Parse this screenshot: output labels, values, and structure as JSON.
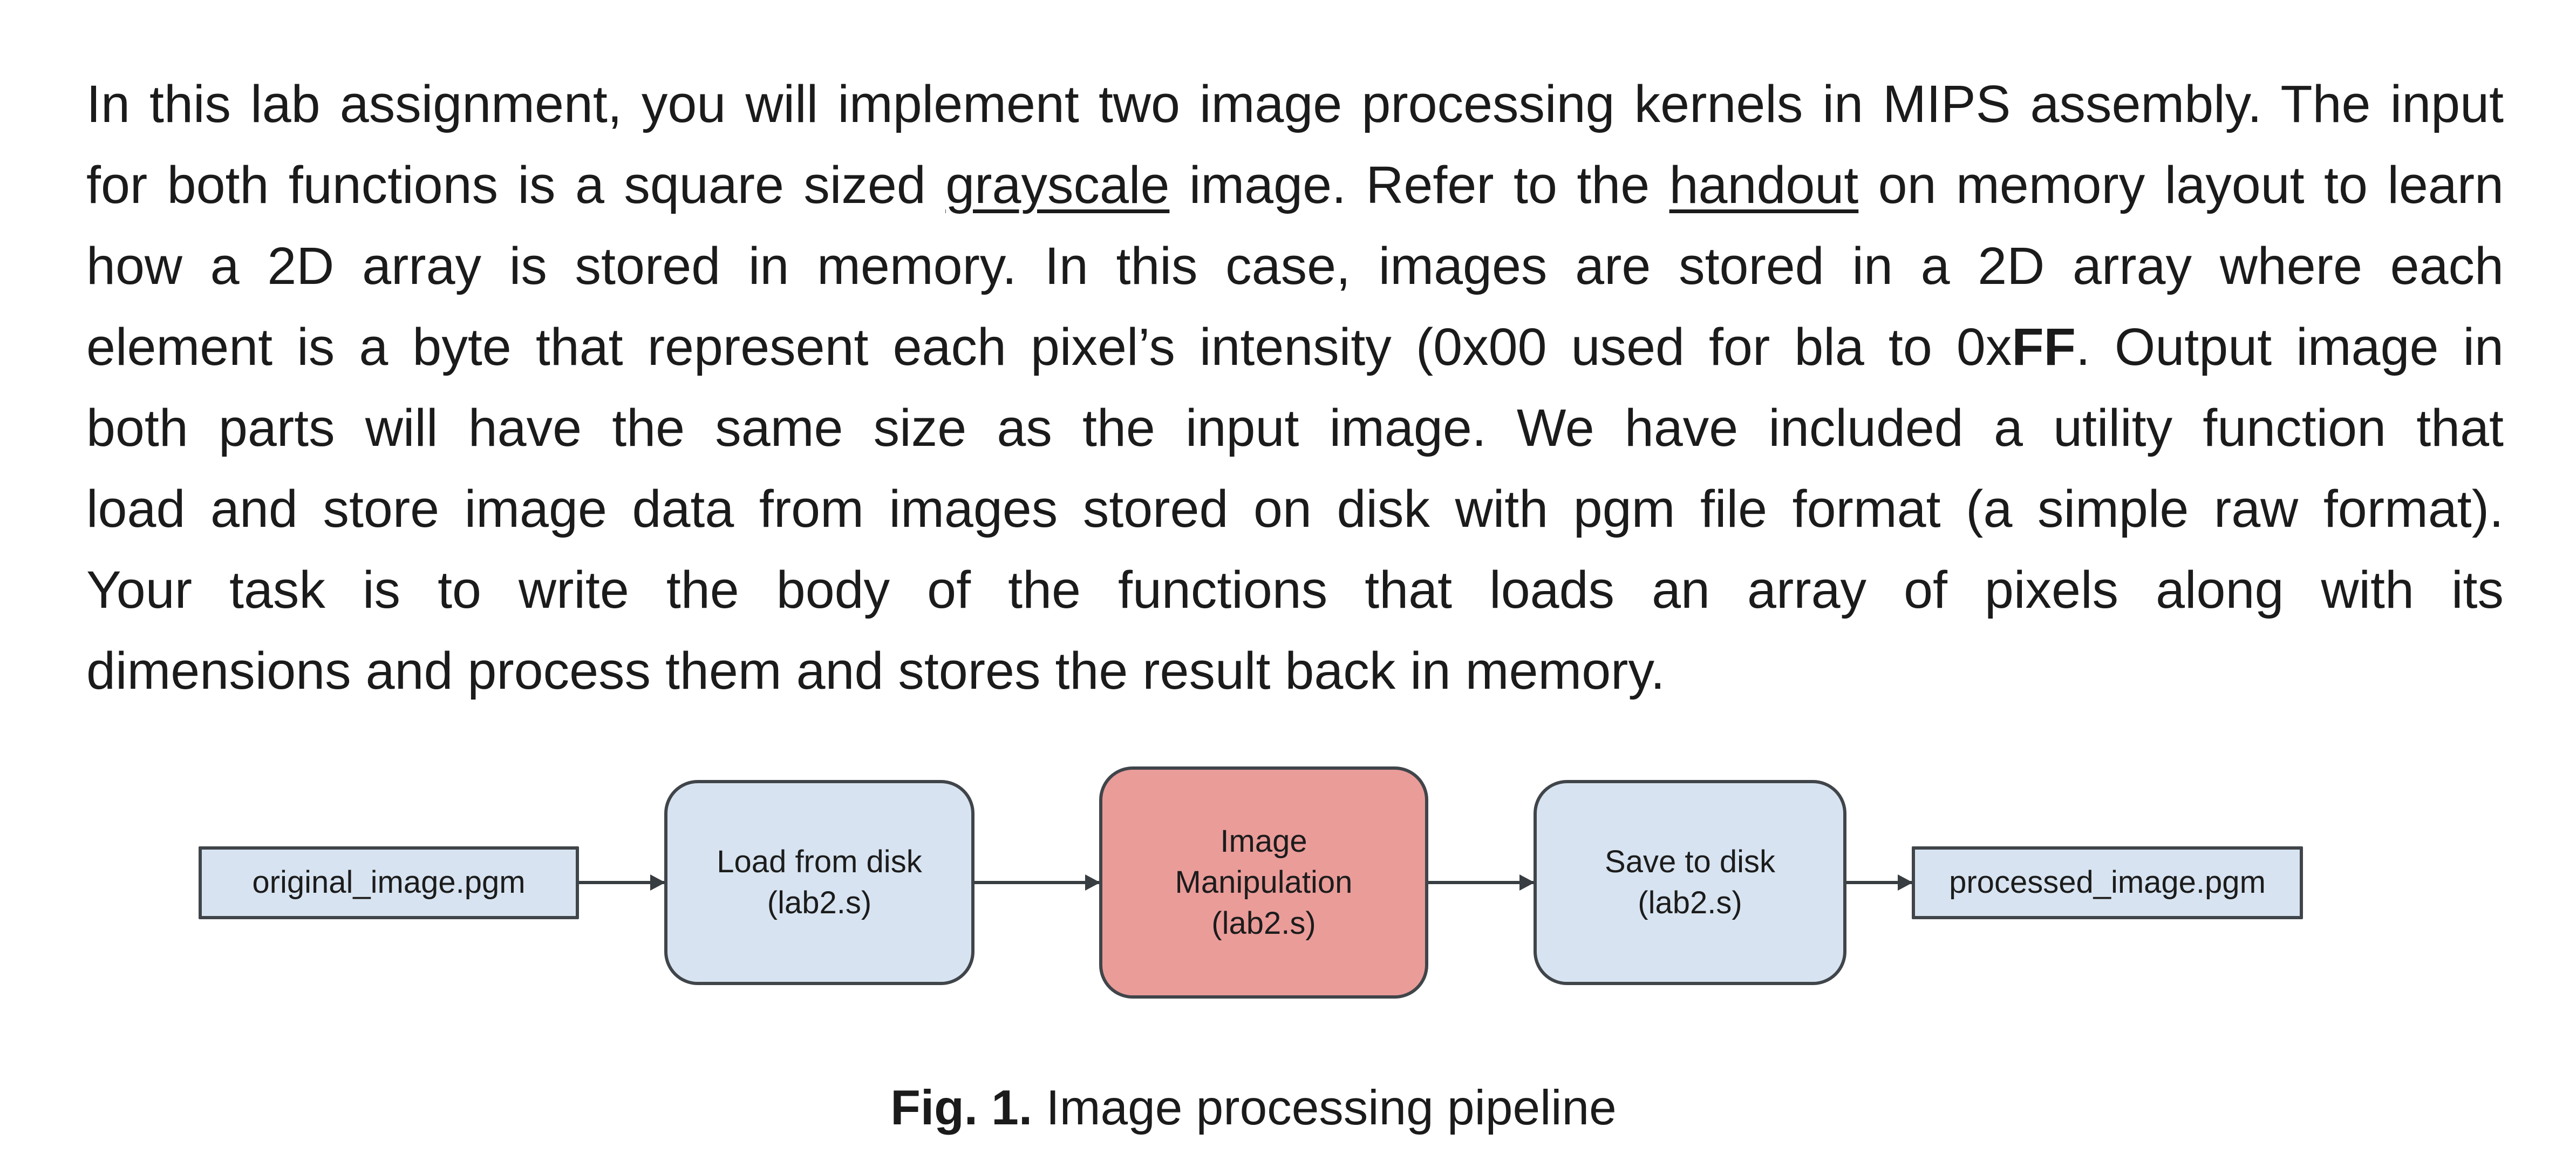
{
  "paragraph": {
    "lines": [
      {
        "segments": [
          {
            "t": "In this lab assignment, you will implement two image processing kernels in MIPS assembly. The input"
          }
        ]
      },
      {
        "segments": [
          {
            "t": "for both functions is a square sized "
          },
          {
            "t": "grayscale",
            "u": true
          },
          {
            "t": " image. Refer to the "
          },
          {
            "t": "handout",
            "u": true
          },
          {
            "t": " on memory layout to learn"
          }
        ]
      },
      {
        "segments": [
          {
            "t": "how a 2D array is stored in memory. In this case, images are stored in a 2D array where each"
          }
        ]
      },
      {
        "segments": [
          {
            "t": "element is a byte that represent each pixel’s intensity (0x00 used for bla to 0x"
          },
          {
            "t": "FF",
            "b": true
          },
          {
            "t": ". Output image in"
          }
        ]
      },
      {
        "segments": [
          {
            "t": "both parts will have the same size as the input image. We have included a utility function that"
          }
        ]
      },
      {
        "segments": [
          {
            "t": "load and store image data from images stored on disk with pgm file format (a simple raw format)."
          }
        ]
      },
      {
        "segments": [
          {
            "t": "Your task is to write the body of the functions that loads an array of pixels along with its"
          }
        ]
      },
      {
        "segments": [
          {
            "t": "dimensions and process them and stores the result back in memory."
          }
        ],
        "last": true
      }
    ]
  },
  "diagram": {
    "border_color": "#40454a",
    "arrow_color": "#383d41",
    "blue_fill": "#d7e3f0",
    "red_fill": "#ea9c99",
    "nodes": [
      {
        "id": "original-file",
        "label": "original_image.pgm",
        "shape": "rect",
        "fill": "#d7e3f0"
      },
      {
        "id": "load",
        "label": "Load from disk\n(lab2.s)",
        "shape": "rounded",
        "fill": "#d7e3f0"
      },
      {
        "id": "manipulation",
        "label": "Image\nManipulation\n(lab2.s)",
        "shape": "rounded",
        "fill": "#ea9c99"
      },
      {
        "id": "save",
        "label": "Save to disk\n(lab2.s)",
        "shape": "rounded",
        "fill": "#d7e3f0"
      },
      {
        "id": "processed-file",
        "label": "processed_image.pgm",
        "shape": "rect",
        "fill": "#d7e3f0"
      }
    ]
  },
  "caption": {
    "prefix": "Fig. 1.",
    "rest": " Image processing pipeline"
  }
}
